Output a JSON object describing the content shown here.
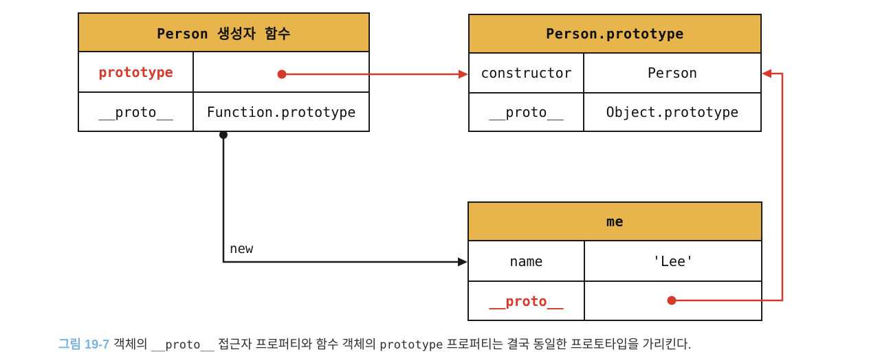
{
  "diagram": {
    "person_table": {
      "title": "Person 생성자 함수",
      "rows": [
        {
          "key": "prototype",
          "value": ""
        },
        {
          "key": "__proto__",
          "value": "Function.prototype"
        }
      ]
    },
    "person_prototype_table": {
      "title": "Person.prototype",
      "rows": [
        {
          "key": "constructor",
          "value": "Person"
        },
        {
          "key": "__proto__",
          "value": "Object.prototype"
        }
      ]
    },
    "me_table": {
      "title": "me",
      "rows": [
        {
          "key": "name",
          "value": "'Lee'"
        },
        {
          "key": "__proto__",
          "value": ""
        }
      ]
    },
    "labels": {
      "new_operator": "new"
    },
    "colors": {
      "header_bg": "#e8b54d",
      "accent_red": "#d43b2d",
      "caption_blue": "#7ab4dd",
      "border_black": "#1a1a1a"
    }
  },
  "caption": {
    "figure_label": "그림 19-7",
    "segments": [
      {
        "text": "객체의 ",
        "code": false
      },
      {
        "text": "__proto__",
        "code": true
      },
      {
        "text": " 접근자 프로퍼티와 함수 객체의 ",
        "code": false
      },
      {
        "text": "prototype",
        "code": true
      },
      {
        "text": " 프로퍼티는 결국 동일한 프로토타입을 가리킨다.",
        "code": false
      }
    ]
  }
}
